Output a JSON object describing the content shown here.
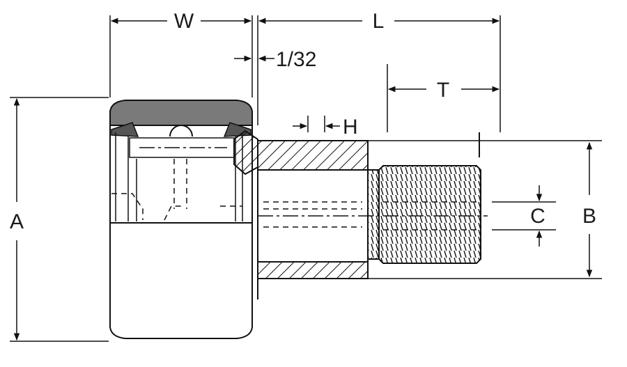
{
  "labels": {
    "W": "W",
    "L": "L",
    "gap": "1/32",
    "T": "T",
    "H": "H",
    "A": "A",
    "B": "B",
    "C": "C"
  },
  "colors": {
    "line": "#111111",
    "tire": "#7a7a7a",
    "background": "#ffffff"
  }
}
